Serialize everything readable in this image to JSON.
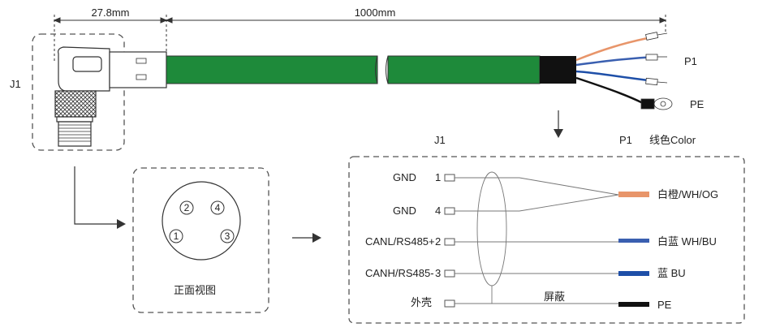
{
  "dimensions": {
    "connector_length": "27.8mm",
    "cable_length": "1000mm"
  },
  "labels": {
    "connector": "J1",
    "open_end": "P1",
    "earth": "PE"
  },
  "front_view": {
    "caption": "正面视图",
    "pins": [
      "2",
      "4",
      "1",
      "3"
    ]
  },
  "wiring": {
    "header_left": "J1",
    "header_right": "P1",
    "header_color": "线色Color",
    "shield_label": "屏蔽",
    "rows": [
      {
        "signal": "GND",
        "pin": "1"
      },
      {
        "signal": "GND",
        "pin": "4"
      },
      {
        "signal": "CANL/RS485+",
        "pin": "2"
      },
      {
        "signal": "CANH/RS485-",
        "pin": "3"
      },
      {
        "signal": "外壳",
        "pin": ""
      }
    ],
    "colors": [
      {
        "label": "白橙/WH/OG",
        "hex": "#E8956A"
      },
      {
        "label": "白蓝 WH/BU",
        "hex": "#3A5FB0"
      },
      {
        "label": "蓝  BU",
        "hex": "#1E4FA8"
      },
      {
        "label": "PE",
        "hex": "#111111"
      }
    ]
  },
  "colors": {
    "cable": "#1E8A3A",
    "sleeve": "#111111",
    "outline": "#555555"
  }
}
